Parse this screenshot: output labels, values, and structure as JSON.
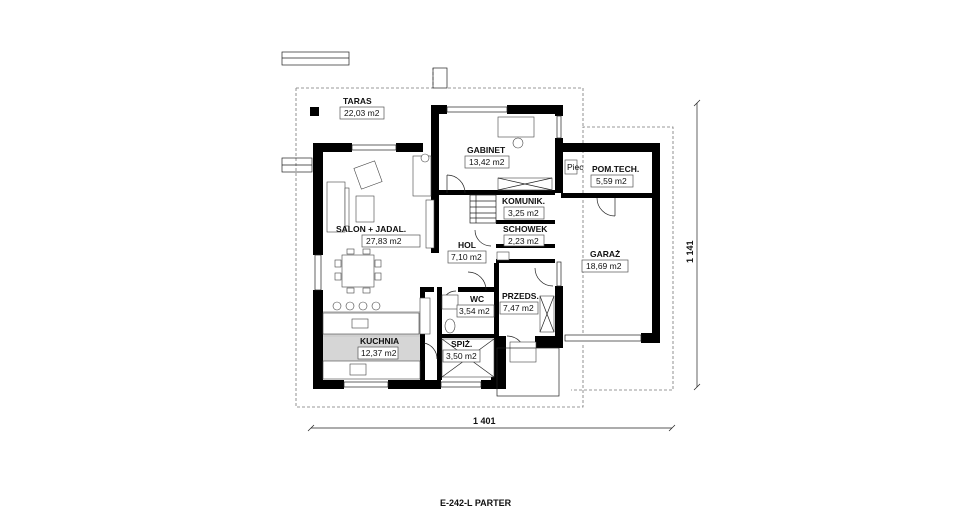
{
  "rooms": {
    "taras": {
      "name": "TARAS",
      "area": "22,03 m2"
    },
    "gabinet": {
      "name": "GABINET",
      "area": "13,42 m2"
    },
    "pom_tech": {
      "name": "POM.TECH.",
      "area": "5,59 m2"
    },
    "komunik": {
      "name": "KOMUNIK.",
      "area": "3,25 m2"
    },
    "schowek": {
      "name": "SCHOWEK",
      "area": "2,23 m2"
    },
    "salon": {
      "name": "SALON + JADAL.",
      "area": "27,83 m2"
    },
    "hol": {
      "name": "HOL",
      "area": "7,10 m2"
    },
    "garaz": {
      "name": "GARAŻ",
      "area": "18,69 m2"
    },
    "wc": {
      "name": "WC",
      "area": "3,54 m2"
    },
    "przeds": {
      "name": "PRZEDS.",
      "area": "7,47 m2"
    },
    "kuchnia": {
      "name": "KUCHNIA",
      "area": "12,37 m2"
    },
    "spiz": {
      "name": "SPIŻ.",
      "area": "3,50 m2"
    }
  },
  "dimensions": {
    "width": "1 401",
    "depth": "1 141"
  },
  "drawing_title": "E-242-L PARTER",
  "equipment_label": "Piec",
  "colors": {
    "wall": "#000000",
    "kitchen_floor": "#d6d6d6",
    "dashed_outline": "#777777"
  }
}
